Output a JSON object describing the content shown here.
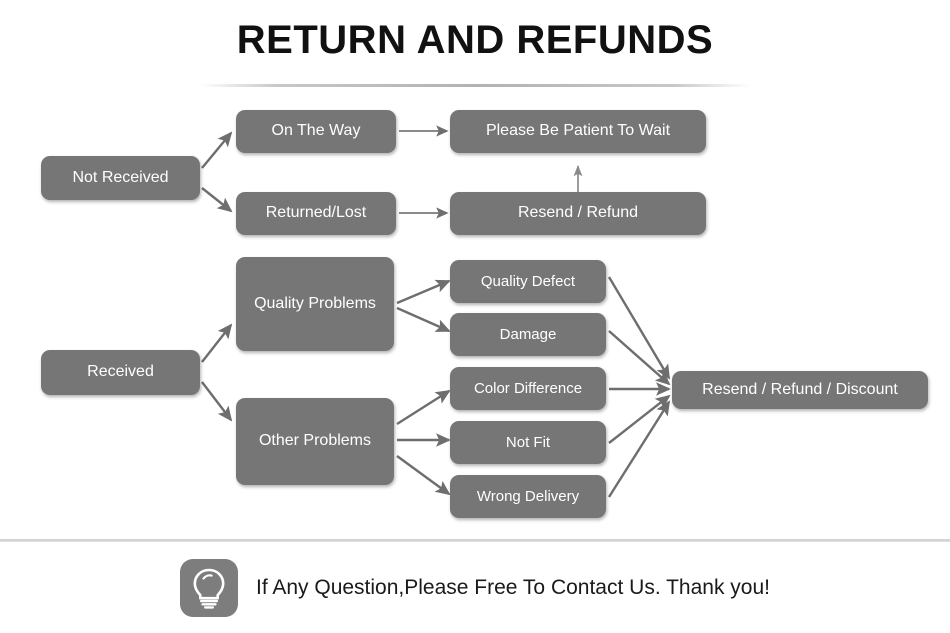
{
  "page": {
    "title": "RETURN AND REFUNDS",
    "box_color": "#767676",
    "box_text_color": "#ffffff",
    "title_color": "#111111",
    "connector_color": "#6e6e6e",
    "divider_color": "#cfcfcf"
  },
  "chart_data": {
    "type": "diagram",
    "title": "RETURN AND REFUNDS",
    "nodes": [
      {
        "id": "not-received",
        "label": "Not Received"
      },
      {
        "id": "on-the-way",
        "label": "On The Way"
      },
      {
        "id": "returned-lost",
        "label": "Returned/Lost"
      },
      {
        "id": "be-patient",
        "label": "Please Be Patient To Wait"
      },
      {
        "id": "resend-refund",
        "label": "Resend / Refund"
      },
      {
        "id": "received",
        "label": "Received"
      },
      {
        "id": "quality-problems",
        "label": "Quality Problems"
      },
      {
        "id": "other-problems",
        "label": "Other Problems"
      },
      {
        "id": "quality-defect",
        "label": "Quality Defect"
      },
      {
        "id": "damage",
        "label": "Damage"
      },
      {
        "id": "color-difference",
        "label": "Color Difference"
      },
      {
        "id": "not-fit",
        "label": "Not Fit"
      },
      {
        "id": "wrong-delivery",
        "label": "Wrong Delivery"
      },
      {
        "id": "resend-refund-discount",
        "label": "Resend / Refund / Discount"
      }
    ],
    "edges": [
      {
        "from": "not-received",
        "to": "on-the-way"
      },
      {
        "from": "not-received",
        "to": "returned-lost"
      },
      {
        "from": "on-the-way",
        "to": "be-patient"
      },
      {
        "from": "returned-lost",
        "to": "resend-refund"
      },
      {
        "from": "resend-refund",
        "to": "be-patient"
      },
      {
        "from": "received",
        "to": "quality-problems"
      },
      {
        "from": "received",
        "to": "other-problems"
      },
      {
        "from": "quality-problems",
        "to": "quality-defect"
      },
      {
        "from": "quality-problems",
        "to": "damage"
      },
      {
        "from": "other-problems",
        "to": "color-difference"
      },
      {
        "from": "other-problems",
        "to": "not-fit"
      },
      {
        "from": "other-problems",
        "to": "wrong-delivery"
      },
      {
        "from": "quality-defect",
        "to": "resend-refund-discount"
      },
      {
        "from": "damage",
        "to": "resend-refund-discount"
      },
      {
        "from": "color-difference",
        "to": "resend-refund-discount"
      },
      {
        "from": "not-fit",
        "to": "resend-refund-discount"
      },
      {
        "from": "wrong-delivery",
        "to": "resend-refund-discount"
      }
    ]
  },
  "footer": {
    "icon": "lightbulb-icon",
    "message": "If Any Question,Please Free To Contact Us. Thank you!"
  }
}
